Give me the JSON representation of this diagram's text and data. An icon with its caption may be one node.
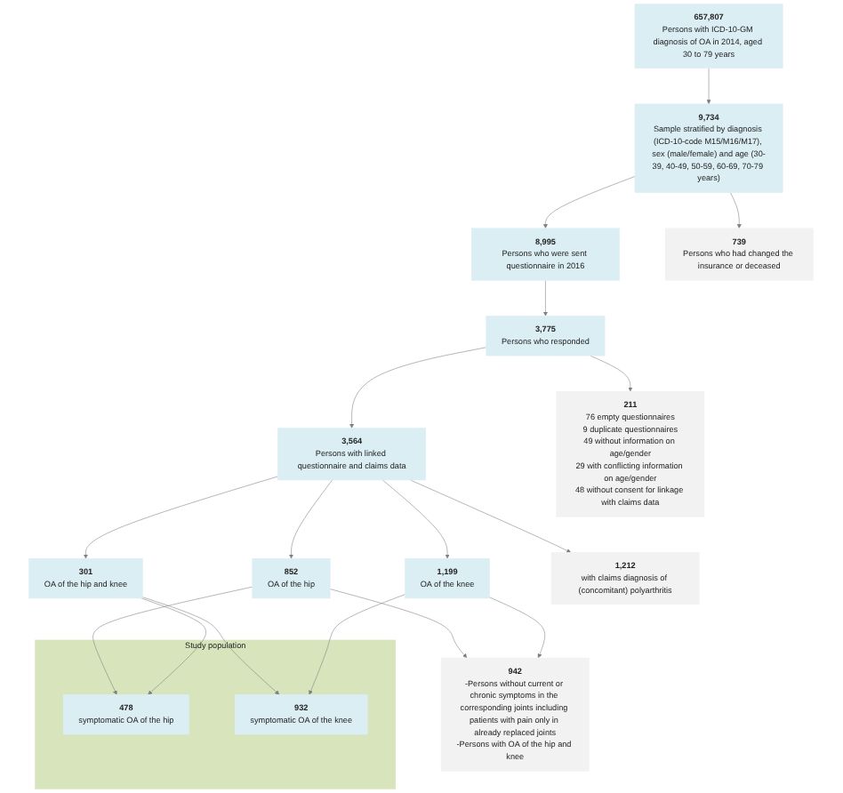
{
  "diagram": {
    "nodes": [
      {
        "text": [
          "657,807",
          "Persons with ICD-10-GM diagnosis of OA in 2014, aged 30 to 79 years"
        ]
      },
      {
        "text": [
          "9,734",
          "Sample stratified by diagnosis (ICD-10-code M15/M16/M17), sex (male/female) and age (30-39, 40-49, 50-59, 60-69, 70-79 years)"
        ]
      },
      {
        "text": [
          "739",
          "Persons who had changed the insurance or deceased"
        ]
      },
      {
        "text": [
          "8,995",
          "Persons who were sent questionnaire in 2016"
        ]
      },
      {
        "text": [
          "3,775",
          "Persons who responded"
        ]
      },
      {
        "text": [
          "211",
          "76 empty questionnaires",
          "9 duplicate questionnaires",
          "49 without information on age/gender",
          "29 with conflicting information on age/gender",
          "48 without consent for linkage with claims data"
        ]
      },
      {
        "text": [
          "3,564",
          "Persons with linked questionnaire and claims data"
        ]
      },
      {
        "text": [
          "1,212",
          "with claims diagnosis of (concomitant) polyarthritis"
        ]
      },
      {
        "text": [
          "852",
          "OA of the hip"
        ]
      },
      {
        "text": [
          "301",
          "OA of the hip and knee"
        ]
      },
      {
        "text": [
          "1,199",
          "OA of the knee"
        ]
      },
      {
        "text": [
          "Study population"
        ]
      },
      {
        "text": [
          "478",
          "symptomatic OA of the hip"
        ],
        "in": 11
      },
      {
        "text": [
          "932",
          "symptomatic OA of the knee"
        ],
        "in": 11
      },
      {
        "text": [
          "942",
          "-Persons without current or chronic symptoms in the corresponding joints including patients with pain only in already replaced joints",
          "-Persons with OA of the hip and knee"
        ]
      }
    ],
    "edges": [
      {
        "from": 0,
        "to": 1,
        "arrow": "to"
      },
      {
        "from": 1,
        "to": 3,
        "arrow": "to"
      },
      {
        "from": 1,
        "to": 2,
        "arrow": "to"
      },
      {
        "from": 3,
        "to": 4,
        "arrow": "to"
      },
      {
        "from": 4,
        "to": 6,
        "arrow": "to"
      },
      {
        "from": 4,
        "to": 5,
        "arrow": "to"
      },
      {
        "from": 6,
        "to": 8,
        "arrow": "to"
      },
      {
        "from": 6,
        "to": 9,
        "arrow": "to"
      },
      {
        "from": 6,
        "to": 10,
        "arrow": "to"
      },
      {
        "from": 6,
        "to": 7,
        "arrow": "to"
      },
      {
        "from": 8,
        "to": 12,
        "arrow": "to"
      },
      {
        "from": 9,
        "to": 12,
        "arrow": "to"
      },
      {
        "from": 9,
        "to": 13,
        "arrow": "to"
      },
      {
        "from": 10,
        "to": 13,
        "arrow": "to"
      },
      {
        "from": 8,
        "to": 14,
        "arrow": "to"
      },
      {
        "from": 10,
        "to": 14,
        "arrow": "to"
      }
    ]
  }
}
